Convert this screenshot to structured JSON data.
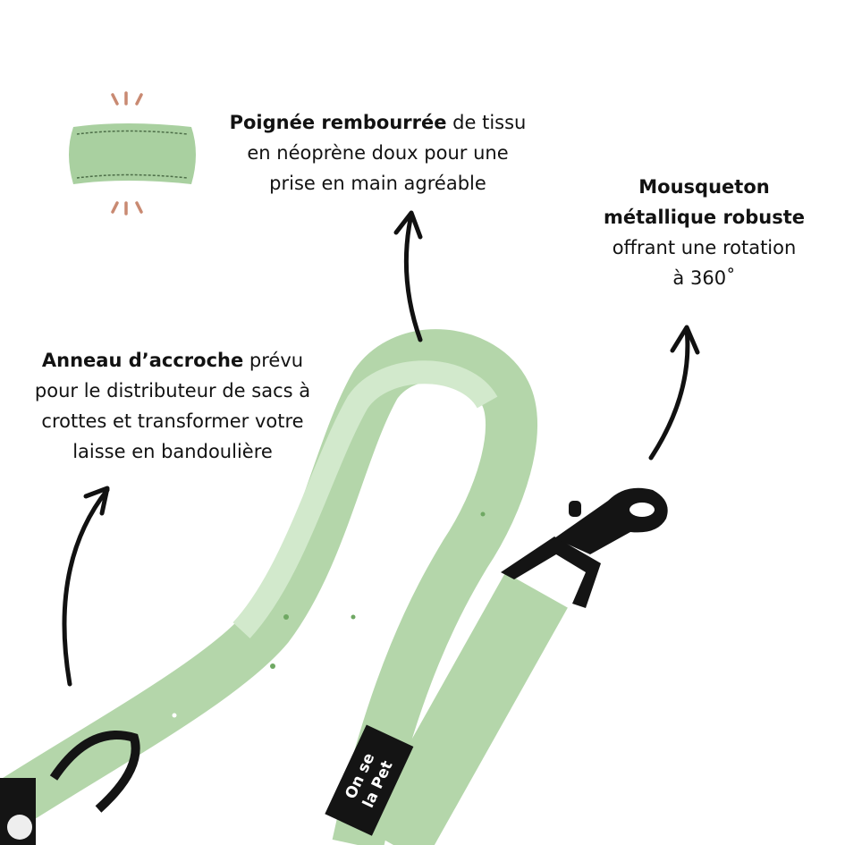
{
  "captions": {
    "handle": {
      "bold": "Poignée rembourrée",
      "rest_line1": " de tissu",
      "line2": "en néoprène doux pour une",
      "line3": "prise en main agréable"
    },
    "clip": {
      "bold_line1": "Mousqueton",
      "bold_line2": "métallique robuste",
      "line3": "offrant une rotation",
      "line4": "à 360˚"
    },
    "ring": {
      "bold": "Anneau d’accroche",
      "rest_line1": " prévu",
      "line2": "pour le distributeur de sacs à",
      "line3": "crottes et transformer votre",
      "line4": "laisse en bandoulière"
    }
  },
  "label_tag": {
    "line1": "On se",
    "line2": "la Pet"
  },
  "colors": {
    "leash_green": "#b9d8b0",
    "leash_dark": "#8fbf85",
    "padding_green": "#cfe6c8",
    "hardware_black": "#121212",
    "accent_strokes": "#c98a72",
    "arrow": "#111111"
  }
}
